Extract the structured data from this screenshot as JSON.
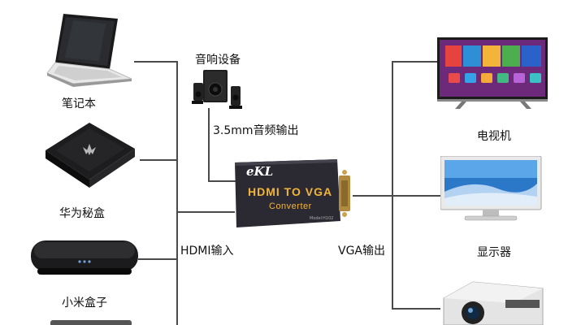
{
  "sources": [
    {
      "label": "笔记本"
    },
    {
      "label": "华为秘盒"
    },
    {
      "label": "小米盒子"
    }
  ],
  "audio": {
    "label": "音响设备",
    "output_label": "3.5mm音频输出"
  },
  "converter": {
    "brand": "eKL",
    "title": "HDMI TO VGA",
    "subtitle": "Converter",
    "model_label": "Model",
    "model": "H102",
    "body_color": "#2b2a33",
    "text_color": "#f3b43a"
  },
  "input_label": "HDMI输入",
  "output_label": "VGA输出",
  "targets": [
    {
      "label": "电视机"
    },
    {
      "label": "显示器"
    },
    {
      "label": ""
    }
  ],
  "colors": {
    "line": "#4a4a4a"
  }
}
